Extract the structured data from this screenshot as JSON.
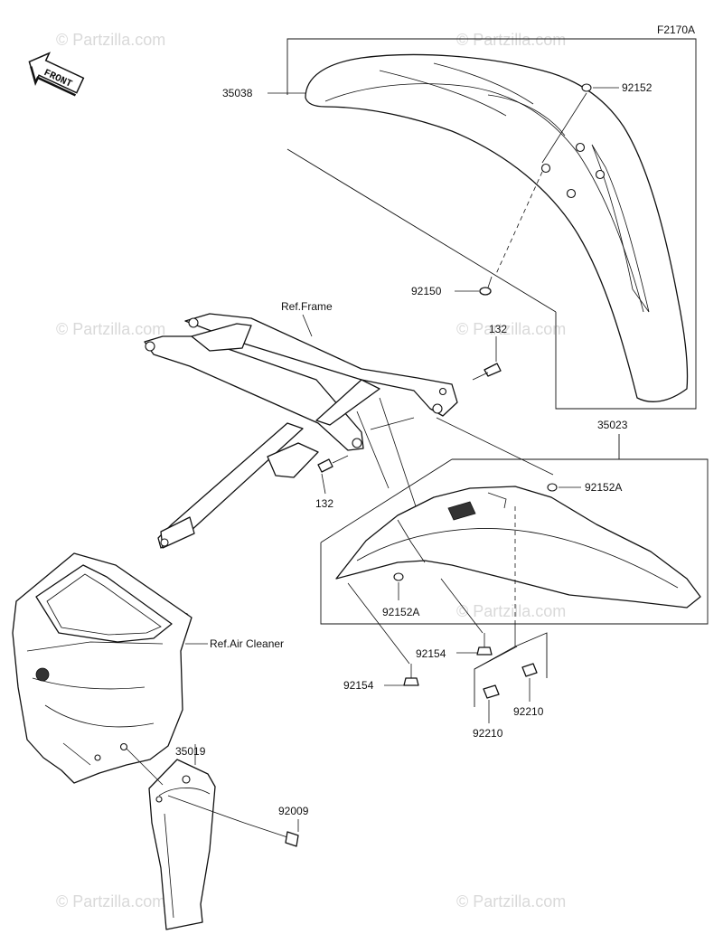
{
  "diagram": {
    "figure_code": "F2170A",
    "front_label": "FRONT",
    "watermark": "© Partzilla.com",
    "labels": {
      "p35038": "35038",
      "p92152": "92152",
      "p92150": "92150",
      "ref_frame": "Ref.Frame",
      "p132_a": "132",
      "p132_b": "132",
      "p35023": "35023",
      "p92152A_a": "92152A",
      "p92152A_b": "92152A",
      "p92154_a": "92154",
      "p92154_b": "92154",
      "p92210_a": "92210",
      "p92210_b": "92210",
      "ref_air_cleaner": "Ref.Air Cleaner",
      "p35019": "35019",
      "p92009": "92009"
    }
  }
}
